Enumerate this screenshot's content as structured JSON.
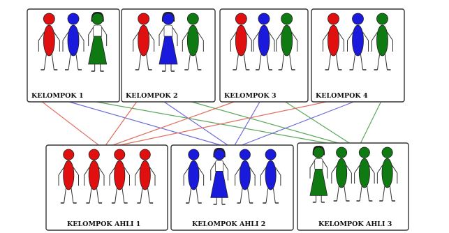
{
  "colors": {
    "red": "#e01010",
    "blue": "#1a1adc",
    "green": "#0f7a12",
    "line_red": "#e07060",
    "line_blue": "#6a6ad8",
    "line_green": "#5aa85a",
    "border": "#333333"
  },
  "home_groups": [
    {
      "label": "KELOMPOK 1",
      "members": [
        {
          "color": "red",
          "gender": "male"
        },
        {
          "color": "blue",
          "gender": "male"
        },
        {
          "color": "green",
          "gender": "female"
        }
      ]
    },
    {
      "label": "KELOMPOK 2",
      "members": [
        {
          "color": "red",
          "gender": "male"
        },
        {
          "color": "blue",
          "gender": "female"
        },
        {
          "color": "green",
          "gender": "male"
        }
      ]
    },
    {
      "label": "KELOMPOK 3",
      "members": [
        {
          "color": "red",
          "gender": "male"
        },
        {
          "color": "blue",
          "gender": "male"
        },
        {
          "color": "green",
          "gender": "male"
        }
      ]
    },
    {
      "label": "KELOMPOK 4",
      "members": [
        {
          "color": "red",
          "gender": "male"
        },
        {
          "color": "blue",
          "gender": "male"
        },
        {
          "color": "green",
          "gender": "male"
        }
      ]
    }
  ],
  "expert_groups": [
    {
      "label": "KELOMPOK AHLI 1",
      "members": [
        {
          "color": "red",
          "gender": "male"
        },
        {
          "color": "red",
          "gender": "male"
        },
        {
          "color": "red",
          "gender": "male"
        },
        {
          "color": "red",
          "gender": "male"
        }
      ]
    },
    {
      "label": "KELOMPOK AHLI 2",
      "members": [
        {
          "color": "blue",
          "gender": "male"
        },
        {
          "color": "blue",
          "gender": "female"
        },
        {
          "color": "blue",
          "gender": "male"
        },
        {
          "color": "blue",
          "gender": "male"
        }
      ]
    },
    {
      "label": "KELOMPOK AHLI 3",
      "members": [
        {
          "color": "green",
          "gender": "female"
        },
        {
          "color": "green",
          "gender": "male"
        },
        {
          "color": "green",
          "gender": "male"
        },
        {
          "color": "green",
          "gender": "male"
        }
      ]
    }
  ]
}
